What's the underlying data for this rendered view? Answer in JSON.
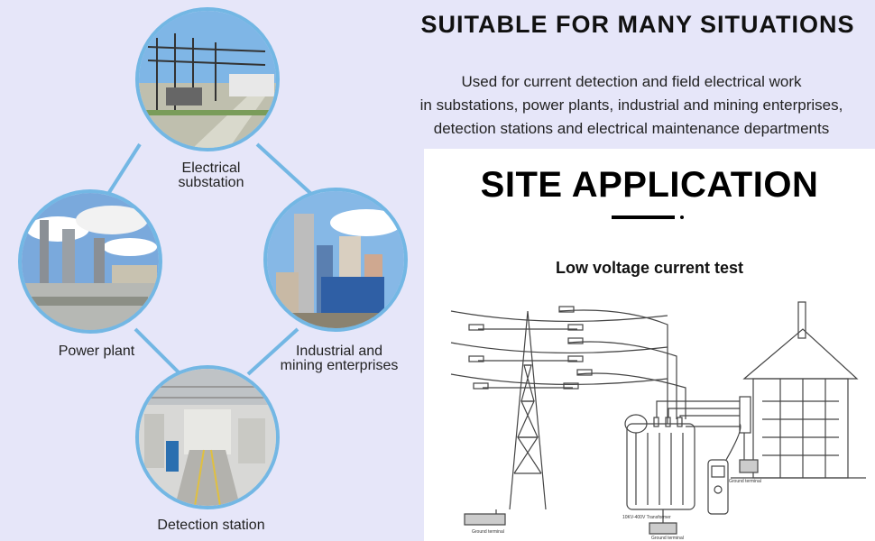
{
  "header": {
    "title": "SUITABLE FOR MANY SITUATIONS",
    "description_lines": [
      "Used for current detection and field electrical work",
      "in substations, power plants, industrial and mining enterprises,",
      "detection stations and electrical maintenance departments"
    ]
  },
  "situations": [
    {
      "label_lines": [
        "Electrical",
        "substation"
      ],
      "icon": "substation-photo"
    },
    {
      "label_lines": [
        "Power plant"
      ],
      "icon": "power-plant-photo"
    },
    {
      "label_lines": [
        "Industrial and",
        "mining enterprises"
      ],
      "icon": "industrial-plant-photo"
    },
    {
      "label_lines": [
        "Detection station"
      ],
      "icon": "detection-station-photo"
    }
  ],
  "site_application": {
    "title": "SITE APPLICATION",
    "subtitle": "Low voltage current test",
    "diagram_labels": {
      "ground_terminal_1": "Ground terminal",
      "transformer": "10KV-400V Transformer",
      "ground_terminal_2": "Ground terminal",
      "ground_terminal_3": "Ground terminal"
    }
  },
  "colors": {
    "background": "#e6e6f9",
    "circle_border": "#73b7e4",
    "panel": "#ffffff"
  }
}
